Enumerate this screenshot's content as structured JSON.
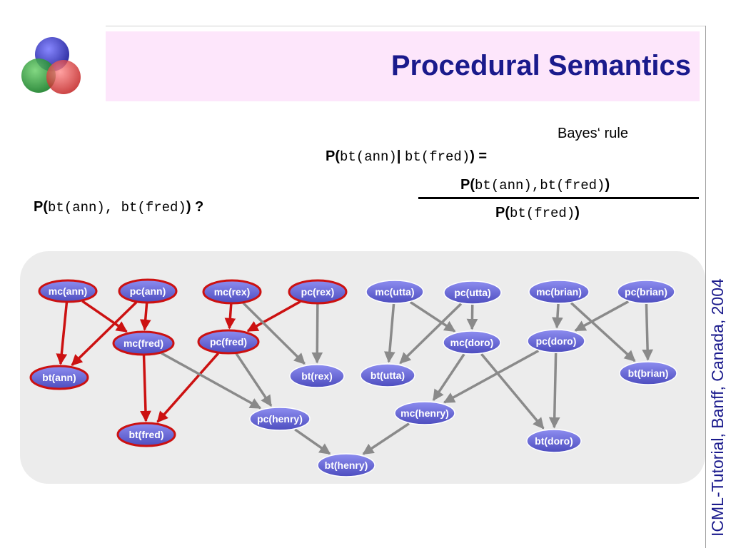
{
  "slide": {
    "title": "Procedural Semantics",
    "side_label": "ICML-Tutorial, Banff, Canada, 2004"
  },
  "query": {
    "p_open": "P(",
    "args": "bt(ann), bt(fred)",
    "p_close": ") ?"
  },
  "bayes": {
    "label": "Bayes‘ rule",
    "lhs_p": "P(",
    "lhs_arg1": "bt(ann)",
    "lhs_bar": "|",
    "lhs_arg2": "bt(fred)",
    "lhs_close": ") =",
    "num_p": "P(",
    "num_args": "bt(ann),bt(fred)",
    "num_close": ")",
    "den_p": "P(",
    "den_args": "bt(fred)",
    "den_close": ")"
  },
  "colors": {
    "node_fill": "#6a6ad8",
    "highlight_border": "#cc1111",
    "highlight_edge": "#cc1111",
    "plain_edge": "#8a8a8a",
    "panel": "#ececec",
    "title_band": "#fde6fb",
    "title_text": "#1a1a8c"
  },
  "nodes": [
    {
      "id": "mc_ann",
      "label": "mc(ann)",
      "hl": true
    },
    {
      "id": "pc_ann",
      "label": "pc(ann)",
      "hl": true
    },
    {
      "id": "mc_rex",
      "label": "mc(rex)",
      "hl": true
    },
    {
      "id": "pc_rex",
      "label": "pc(rex)",
      "hl": true
    },
    {
      "id": "mc_utta",
      "label": "mc(utta)",
      "hl": false
    },
    {
      "id": "pc_utta",
      "label": "pc(utta)",
      "hl": false
    },
    {
      "id": "mc_brian",
      "label": "mc(brian)",
      "hl": false
    },
    {
      "id": "pc_brian",
      "label": "pc(brian)",
      "hl": false
    },
    {
      "id": "mc_fred",
      "label": "mc(fred)",
      "hl": true
    },
    {
      "id": "pc_fred",
      "label": "pc(fred)",
      "hl": true
    },
    {
      "id": "mc_doro",
      "label": "mc(doro)",
      "hl": false
    },
    {
      "id": "pc_doro",
      "label": "pc(doro)",
      "hl": false
    },
    {
      "id": "bt_ann",
      "label": "bt(ann)",
      "hl": true
    },
    {
      "id": "bt_rex",
      "label": "bt(rex)",
      "hl": false
    },
    {
      "id": "bt_utta",
      "label": "bt(utta)",
      "hl": false
    },
    {
      "id": "bt_brian",
      "label": "bt(brian)",
      "hl": false
    },
    {
      "id": "pc_henry",
      "label": "pc(henry)",
      "hl": false
    },
    {
      "id": "mc_henry",
      "label": "mc(henry)",
      "hl": false
    },
    {
      "id": "bt_fred",
      "label": "bt(fred)",
      "hl": true
    },
    {
      "id": "bt_doro",
      "label": "bt(doro)",
      "hl": false
    },
    {
      "id": "bt_henry",
      "label": "bt(henry)",
      "hl": false
    }
  ],
  "edges": [
    {
      "from": "mc_ann",
      "to": "bt_ann",
      "hl": true
    },
    {
      "from": "mc_ann",
      "to": "mc_fred",
      "hl": true
    },
    {
      "from": "pc_ann",
      "to": "bt_ann",
      "hl": true
    },
    {
      "from": "pc_ann",
      "to": "mc_fred",
      "hl": true
    },
    {
      "from": "mc_rex",
      "to": "pc_fred",
      "hl": true
    },
    {
      "from": "pc_rex",
      "to": "pc_fred",
      "hl": true
    },
    {
      "from": "mc_fred",
      "to": "bt_fred",
      "hl": true
    },
    {
      "from": "pc_fred",
      "to": "bt_fred",
      "hl": true
    },
    {
      "from": "mc_rex",
      "to": "bt_rex",
      "hl": false
    },
    {
      "from": "pc_rex",
      "to": "bt_rex",
      "hl": false
    },
    {
      "from": "mc_fred",
      "to": "pc_henry",
      "hl": false
    },
    {
      "from": "pc_fred",
      "to": "pc_henry",
      "hl": false
    },
    {
      "from": "mc_utta",
      "to": "bt_utta",
      "hl": false
    },
    {
      "from": "pc_utta",
      "to": "bt_utta",
      "hl": false
    },
    {
      "from": "mc_utta",
      "to": "mc_doro",
      "hl": false
    },
    {
      "from": "pc_utta",
      "to": "mc_doro",
      "hl": false
    },
    {
      "from": "mc_brian",
      "to": "pc_doro",
      "hl": false
    },
    {
      "from": "pc_brian",
      "to": "pc_doro",
      "hl": false
    },
    {
      "from": "mc_brian",
      "to": "bt_brian",
      "hl": false
    },
    {
      "from": "pc_brian",
      "to": "bt_brian",
      "hl": false
    },
    {
      "from": "mc_doro",
      "to": "mc_henry",
      "hl": false
    },
    {
      "from": "pc_doro",
      "to": "mc_henry",
      "hl": false
    },
    {
      "from": "mc_doro",
      "to": "bt_doro",
      "hl": false
    },
    {
      "from": "pc_doro",
      "to": "bt_doro",
      "hl": false
    },
    {
      "from": "pc_henry",
      "to": "bt_henry",
      "hl": false
    },
    {
      "from": "mc_henry",
      "to": "bt_henry",
      "hl": false
    }
  ]
}
